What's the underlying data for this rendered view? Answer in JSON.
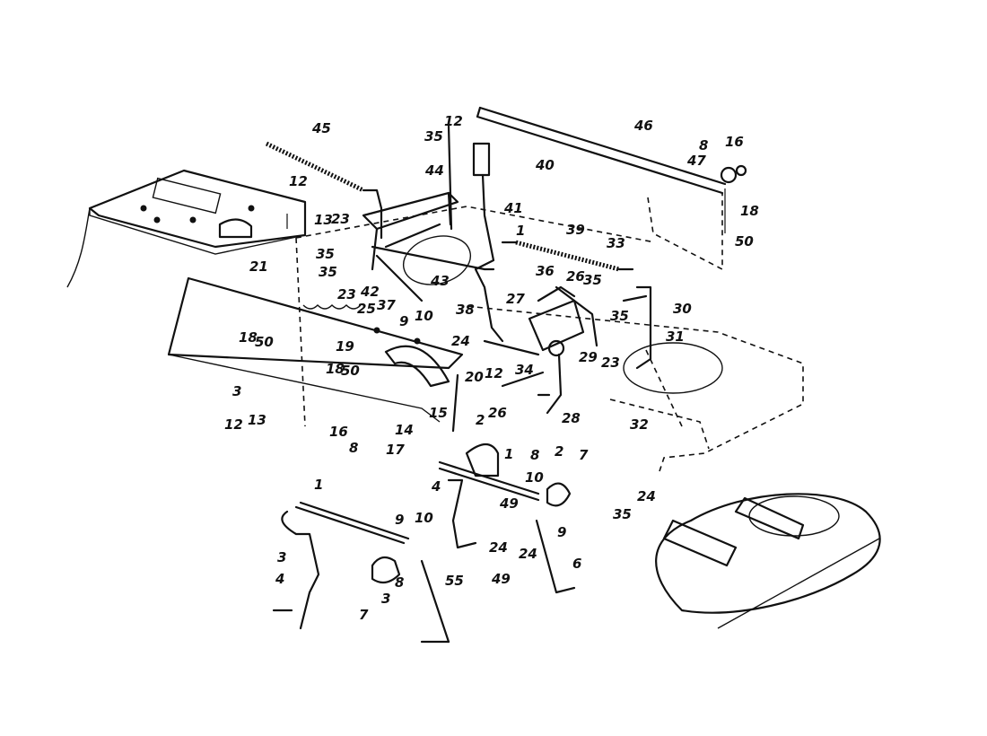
{
  "callouts": [
    {
      "t": "45"
    },
    {
      "t": "12"
    },
    {
      "t": "35"
    },
    {
      "t": "40"
    },
    {
      "t": "46"
    },
    {
      "t": "8"
    },
    {
      "t": "16"
    },
    {
      "t": "47"
    },
    {
      "t": "18"
    },
    {
      "t": "50"
    },
    {
      "t": "12"
    },
    {
      "t": "44"
    },
    {
      "t": "41"
    },
    {
      "t": "13"
    },
    {
      "t": "23"
    },
    {
      "t": "35"
    },
    {
      "t": "35"
    },
    {
      "t": "23"
    },
    {
      "t": "42"
    },
    {
      "t": "37"
    },
    {
      "t": "43"
    },
    {
      "t": "38"
    },
    {
      "t": "1"
    },
    {
      "t": "39"
    },
    {
      "t": "33"
    },
    {
      "t": "36"
    },
    {
      "t": "26"
    },
    {
      "t": "35"
    },
    {
      "t": "27"
    },
    {
      "t": "30"
    },
    {
      "t": "21"
    },
    {
      "t": "25"
    },
    {
      "t": "9"
    },
    {
      "t": "10"
    },
    {
      "t": "35"
    },
    {
      "t": "31"
    },
    {
      "t": "24"
    },
    {
      "t": "18"
    },
    {
      "t": "50"
    },
    {
      "t": "19"
    },
    {
      "t": "12"
    },
    {
      "t": "34"
    },
    {
      "t": "29"
    },
    {
      "t": "23"
    },
    {
      "t": "18"
    },
    {
      "t": "50"
    },
    {
      "t": "20"
    },
    {
      "t": "26"
    },
    {
      "t": "28"
    },
    {
      "t": "32"
    },
    {
      "t": "3"
    },
    {
      "t": "12"
    },
    {
      "t": "13"
    },
    {
      "t": "16"
    },
    {
      "t": "8"
    },
    {
      "t": "17"
    },
    {
      "t": "14"
    },
    {
      "t": "15"
    },
    {
      "t": "2"
    },
    {
      "t": "1"
    },
    {
      "t": "8"
    },
    {
      "t": "2"
    },
    {
      "t": "7"
    },
    {
      "t": "10"
    },
    {
      "t": "4"
    },
    {
      "t": "49"
    },
    {
      "t": "9"
    },
    {
      "t": "24"
    },
    {
      "t": "1"
    },
    {
      "t": "9"
    },
    {
      "t": "10"
    },
    {
      "t": "24"
    },
    {
      "t": "35"
    },
    {
      "t": "24"
    },
    {
      "t": "3"
    },
    {
      "t": "8"
    },
    {
      "t": "49"
    },
    {
      "t": "6"
    },
    {
      "t": "4"
    },
    {
      "t": "7"
    },
    {
      "t": "3"
    },
    {
      "t": "55"
    }
  ]
}
